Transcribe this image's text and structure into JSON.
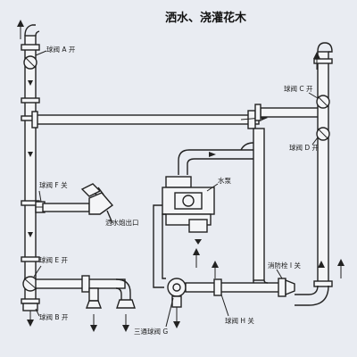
{
  "title": "洒水、浇灌花木",
  "labels": {
    "valve_a_open": "球阀 A 开",
    "valve_f_close": "球阀 F 关",
    "valve_e_open": "球阀 E 开",
    "valve_b_open": "球阀 B 开",
    "cannon_outlet": "洒水炮出口",
    "pump": "水泵",
    "valve_c_open": "球阀 C 开",
    "valve_d_open": "球阀 D 开",
    "hydrant_i_close": "消防栓 I 关",
    "valve_h_close": "球阀 H 关",
    "three_way_g": "三通球阀 G"
  },
  "colors": {
    "background": "#e9ecf2",
    "stroke": "#222222",
    "pipe_fill": "#f4f5f7"
  }
}
